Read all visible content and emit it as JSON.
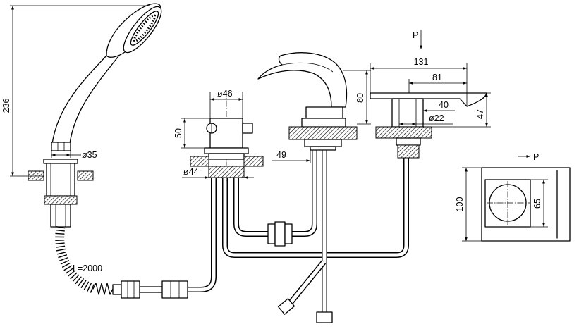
{
  "labels": {
    "shower_height": "236",
    "shower_dia": "ø35",
    "hose_length": "L=2000",
    "diverter_dia_top": "ø46",
    "diverter_height": "50",
    "diverter_dia_base": "ø44",
    "mixer_offset": "49",
    "mixer_height": "80",
    "spout_view_arrow": "P",
    "spout_length": "131",
    "spout_body": "81",
    "spout_depth": "40",
    "spout_dia": "ø22",
    "spout_height": "47",
    "section_view_arrow": "P",
    "section_height": "100",
    "section_inner": "65"
  },
  "colors": {
    "line": "#000000",
    "background": "#ffffff"
  }
}
